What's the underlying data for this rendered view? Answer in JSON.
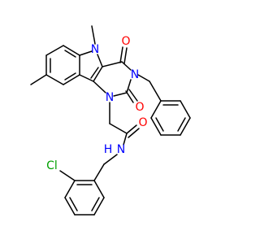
{
  "molecule": {
    "atom_labels": {
      "n_indole": "N",
      "n_pyrimidine_1": "N",
      "n_pyrimidine_3": "N",
      "o_c4": "O",
      "o_c2": "O",
      "o_amide": "O",
      "n_amide": "N",
      "h_amide": "H",
      "cl": "Cl"
    },
    "colors": {
      "bond": "#000000",
      "nitrogen": "#0000ff",
      "oxygen": "#ff0000",
      "chlorine": "#00a000",
      "background": "#ffffff"
    }
  }
}
